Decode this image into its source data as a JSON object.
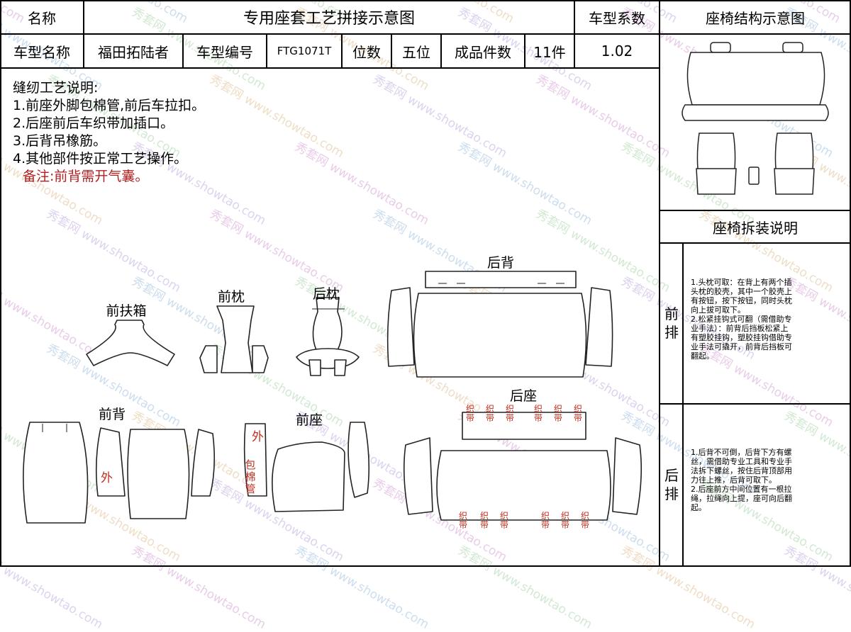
{
  "header": {
    "name_label": "名称",
    "title": "专用座套工艺拼接示意图",
    "coef_label": "车型系数",
    "structure_title": "座椅结构示意图"
  },
  "info_row": {
    "model_name_label": "车型名称",
    "model_name": "福田拓陆者",
    "model_code_label": "车型编号",
    "model_code": "FTG1071T",
    "seats_label": "位数",
    "seats": "五位",
    "pieces_label": "成品件数",
    "pieces": "11件",
    "coef": "1.02"
  },
  "process_notes": {
    "title": "缝纫工艺说明:",
    "items": [
      "1.前座外脚包棉管,前后车拉扣。",
      "2.后座前后车织带加插口。",
      "3.后背吊橡筋。",
      "4.其他部件按正常工艺操作。"
    ],
    "remark": "备注:前背需开气囊。"
  },
  "pattern_labels": {
    "front_armrest": "前扶箱",
    "front_headrest": "前枕",
    "rear_headrest": "后枕",
    "rear_back": "后背",
    "front_back": "前背",
    "front_seat": "前座",
    "rear_seat": "后座"
  },
  "pattern_marks": {
    "outer": "外",
    "piping_tube": "包棉管",
    "strap": "织带"
  },
  "disassembly": {
    "title": "座椅拆装说明",
    "front_label": "前排",
    "front_text": [
      "1.头枕可取：在背上有两个插",
      "头枕的胶壳，其中一个胶壳上",
      "有按钮，按下按钮，同时头枕",
      "向上拔可取下。",
      "2.松紧挂钩式可翻（需借助专",
      "业手法）：前背后挡板松紧上",
      "有塑胶挂钩，塑胶挂钩借助专",
      "业手法可撬开，前背后挡板可",
      "翻起。"
    ],
    "rear_label": "后排",
    "rear_text": [
      "1.后背不可倒，后背下方有螺",
      "丝，需借助专业工具和专业手",
      "法拆下螺丝，按住后背顶部用",
      "力往上推，后背可取下。",
      "2.后座前方中间位置有一根拉",
      "绳，拉绳向上提，座可向后翻",
      "起。"
    ]
  },
  "watermark": {
    "brand": "秀套网",
    "url": "www.showtao.com"
  }
}
